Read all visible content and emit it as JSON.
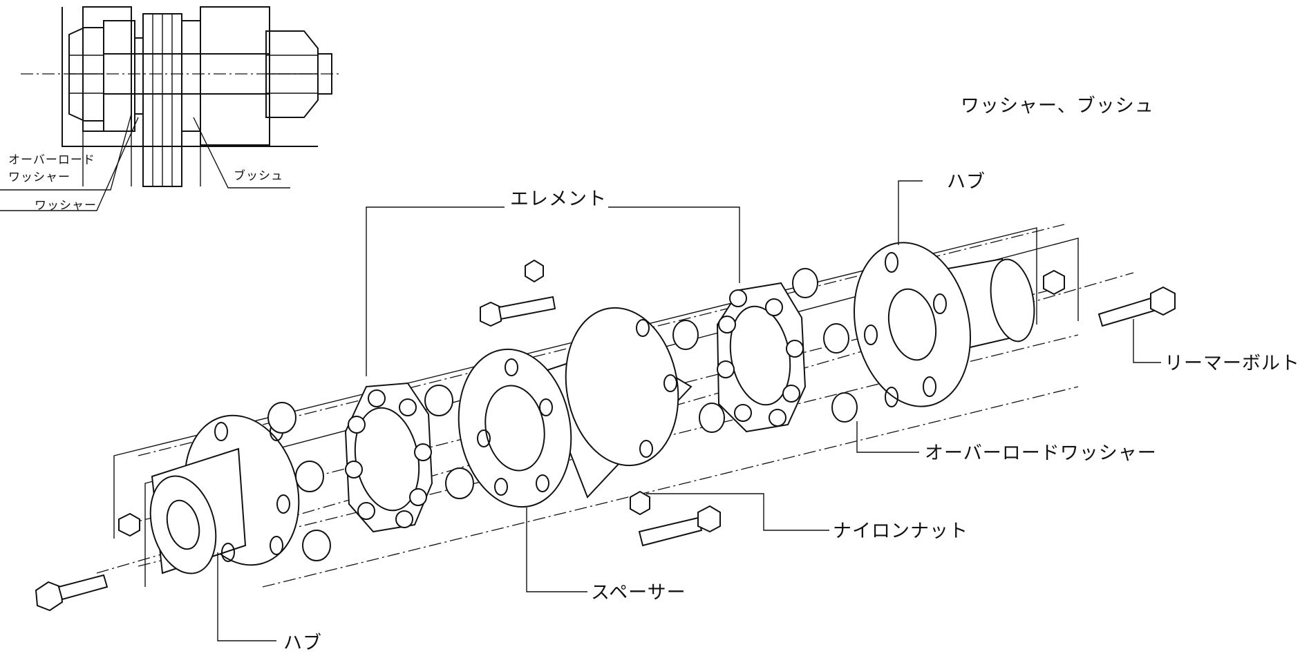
{
  "labels": {
    "title_detail": "ワッシャー、ブッシュ",
    "detail_overload_washer_1": "オーバーロード",
    "detail_overload_washer_2": "ワッシャー",
    "detail_washer": "ワッシャー",
    "detail_bush": "ブッシュ",
    "element": "エレメント",
    "hub_top": "ハブ",
    "hub_bottom": "ハブ",
    "reamer_bolt": "リーマーボルト",
    "overload_washer": "オーバーロードワッシャー",
    "nylon_nut": "ナイロンナット",
    "spacer": "スペーサー"
  },
  "colors": {
    "line": "#111111",
    "background": "#ffffff"
  }
}
